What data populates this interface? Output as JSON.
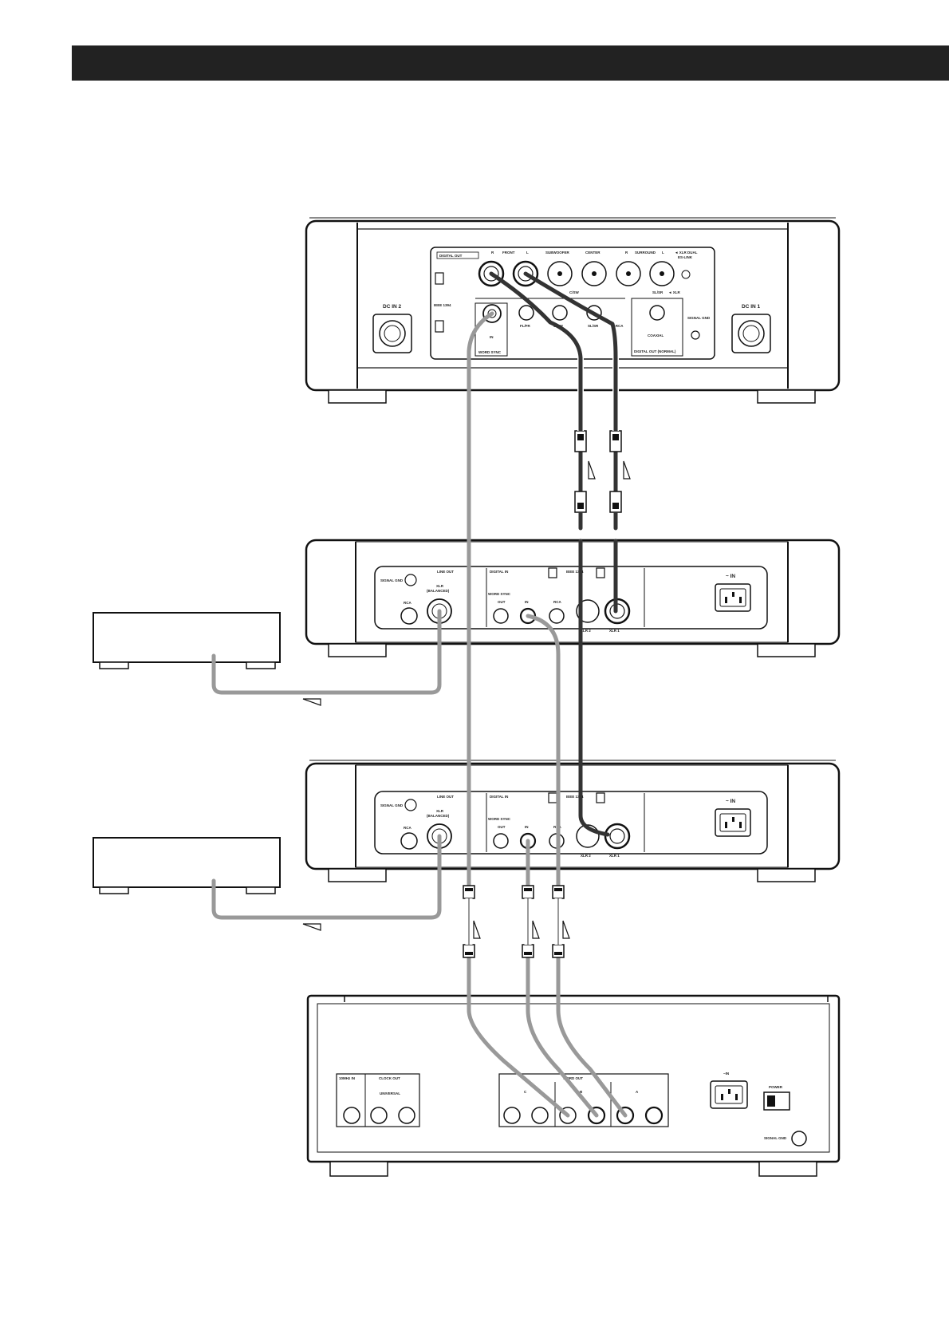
{
  "header": {
    "title": ""
  },
  "transport": {
    "digital_out": "DIGITAL OUT",
    "ieee": "IEEE 1394",
    "dc_in_2": "DC IN 2",
    "dc_in_1": "DC IN 1",
    "front_r": "R",
    "front": "FRONT",
    "front_l": "L",
    "subwoofer": "SUBWOOFER",
    "center": "CENTER",
    "surround_r": "R",
    "surround": "SURROUND",
    "surround_l": "L",
    "xlr_dual": "◄ XLR DUAL",
    "es_link": "ES-LINK",
    "fl_fr": "FL/FR",
    "c_sw": "C/SW",
    "c_sw2": "C/SW",
    "sl_sr": "SL/SR",
    "sl_sr2": "SL/SR",
    "xlr_arrow": "◄ XLR",
    "rca_arrow": "◄ RCA",
    "in": "IN",
    "word_sync": "WORD SYNC",
    "coaxial": "COAXIAL",
    "digital_out_normal": "DIGITAL OUT (NORMAL)",
    "signal_gnd": "SIGNAL GND"
  },
  "dac": {
    "signal_gnd": "SIGNAL GND",
    "line_out": "LINE OUT",
    "xlr": "XLR",
    "balanced": "(BALANCED)",
    "rca": "RCA",
    "digital_in": "DIGITAL IN",
    "ieee": "IEEE 1394",
    "word_sync": "WORD SYNC",
    "out": "OUT",
    "in": "IN",
    "rca2": "RCA",
    "xlr2": "XLR 2",
    "xlr1": "XLR 1",
    "ac_in": "~ IN"
  },
  "clock": {
    "mhz_in": "10MHz IN",
    "clock_out": "CLOCK OUT",
    "universal": "UNIVERSAL",
    "word_out": "WORD OUT",
    "c": "C",
    "b": "B",
    "a": "A",
    "ac_in": "~IN",
    "power": "POWER",
    "signal_gnd": "SIGNAL GND"
  }
}
